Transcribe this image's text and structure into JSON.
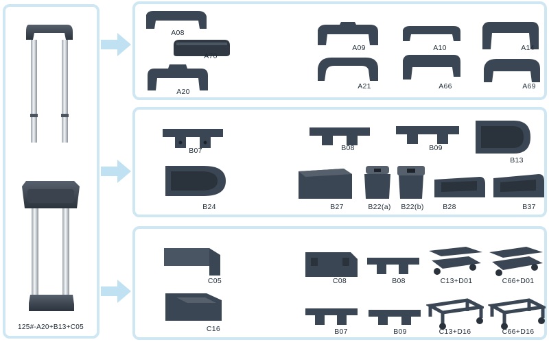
{
  "trolley": {
    "label": "125#-A20+B13+C05"
  },
  "handles_a": {
    "parts": [
      {
        "name": "a08",
        "label": "A08"
      },
      {
        "name": "a70",
        "label": "A70"
      },
      {
        "name": "a20",
        "label": "A20"
      },
      {
        "name": "a09",
        "label": "A09"
      },
      {
        "name": "a10",
        "label": "A10"
      },
      {
        "name": "a14",
        "label": "A14"
      },
      {
        "name": "a21",
        "label": "A21"
      },
      {
        "name": "a66",
        "label": "A66"
      },
      {
        "name": "a69",
        "label": "A69"
      }
    ]
  },
  "brackets_b": {
    "parts": [
      {
        "name": "b07",
        "label": "B07"
      },
      {
        "name": "b08",
        "label": "B08"
      },
      {
        "name": "b09",
        "label": "B09"
      },
      {
        "name": "b13",
        "label": "B13"
      },
      {
        "name": "b24",
        "label": "B24"
      },
      {
        "name": "b27",
        "label": "B27"
      },
      {
        "name": "b22a",
        "label": "B22(a)"
      },
      {
        "name": "b22b",
        "label": "B22(b)"
      },
      {
        "name": "b28",
        "label": "B28"
      },
      {
        "name": "b37",
        "label": "B37"
      }
    ]
  },
  "bases_c": {
    "parts": [
      {
        "name": "c05",
        "label": "C05"
      },
      {
        "name": "c16",
        "label": "C16"
      },
      {
        "name": "c08",
        "label": "C08"
      },
      {
        "name": "b08c",
        "label": "B08"
      },
      {
        "name": "c13d01",
        "label": "C13+D01"
      },
      {
        "name": "c66d01",
        "label": "C66+D01"
      },
      {
        "name": "b07c",
        "label": "B07"
      },
      {
        "name": "b09c",
        "label": "B09"
      },
      {
        "name": "c13d16",
        "label": "C13+D16"
      },
      {
        "name": "c66d16",
        "label": "C66+D16"
      }
    ]
  },
  "colors": {
    "panel_border": "#cfe6f3",
    "arrow": "#bfe1f2",
    "part": "#3b4654",
    "label": "#1e2a36"
  }
}
